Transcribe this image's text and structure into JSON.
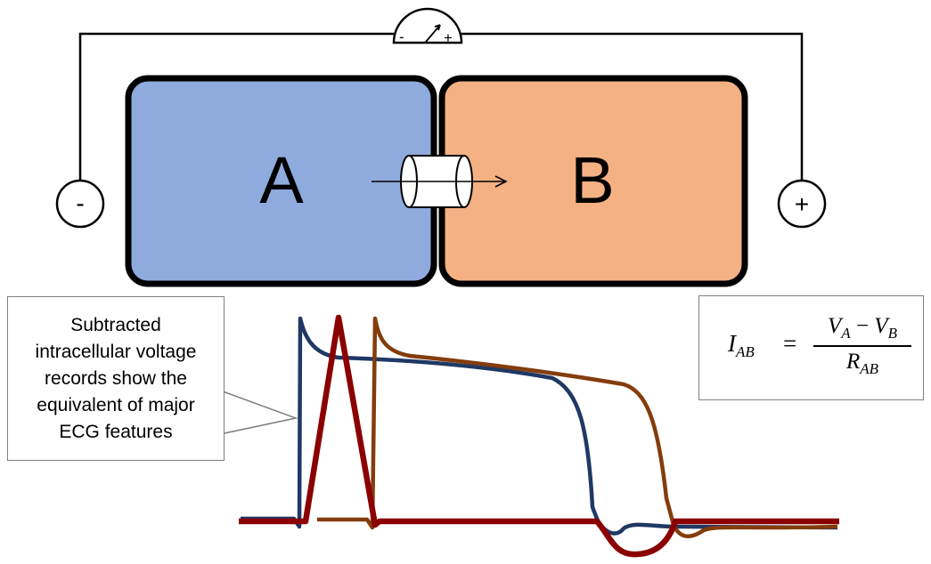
{
  "cells": {
    "a_label": "A",
    "b_label": "B",
    "a_color": "#8faadc",
    "b_color": "#f4b183"
  },
  "terminals": {
    "negative": "-",
    "positive": "+"
  },
  "meter": {
    "negative_sign": "-",
    "positive_sign": "+"
  },
  "callout": {
    "text": "Subtracted\nintracellular voltage\nrecords show the\nequivalent of major\nECG features"
  },
  "equation": {
    "lhs": "I",
    "lhs_sub": "AB",
    "equals": "=",
    "num_a": "V",
    "num_a_sub": "A",
    "minus": "−",
    "num_b": "V",
    "num_b_sub": "B",
    "den": "R",
    "den_sub": "AB"
  },
  "traces": {
    "cell_a_color": "#203864",
    "cell_b_color": "#843c0c",
    "difference_color": "#8b0000"
  }
}
